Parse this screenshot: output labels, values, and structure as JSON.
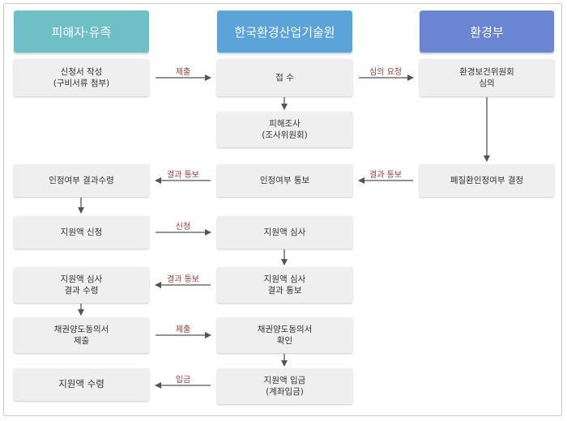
{
  "colors": {
    "victim_header": "#6fbfc6",
    "keiti_header": "#5ba3d9",
    "ministry_header": "#6a86d2",
    "box_bg": "#efefef",
    "arrow": "#555555",
    "label_text": "#9b3b3b"
  },
  "headers": {
    "victim": "피해자·유족",
    "keiti": "한국환경산업기술원",
    "ministry": "환경부"
  },
  "boxes": {
    "application": "신청서 작성\n(구비서류 첨부)",
    "receipt": "접  수",
    "committee_review": "환경보건위원회\n심의",
    "damage_survey": "피해조사\n(조사위원회)",
    "recognition_result_received": "인정여부 결과수령",
    "recognition_notice": "인정여부 통보",
    "disease_decision": "폐질환인정여부 결정",
    "support_request": "지원액 신청",
    "support_review": "지원액 심사",
    "review_result_received": "지원액 심사\n결과 수령",
    "review_result_notice": "지원액 심사\n결과 통보",
    "consent_submit": "채권양도동의서\n제출",
    "consent_confirm": "채권양도동의서\n확인",
    "support_received": "지원액 수령",
    "support_deposit": "지원액 입금\n(계좌입금)"
  },
  "labels": {
    "submit1": "제출",
    "review_request": "심의 요청",
    "result_notice1": "결과 통보",
    "result_notice2": "결과 통보",
    "apply": "신청",
    "result_notice3": "결과 통보",
    "submit2": "제출",
    "deposit": "입금"
  }
}
